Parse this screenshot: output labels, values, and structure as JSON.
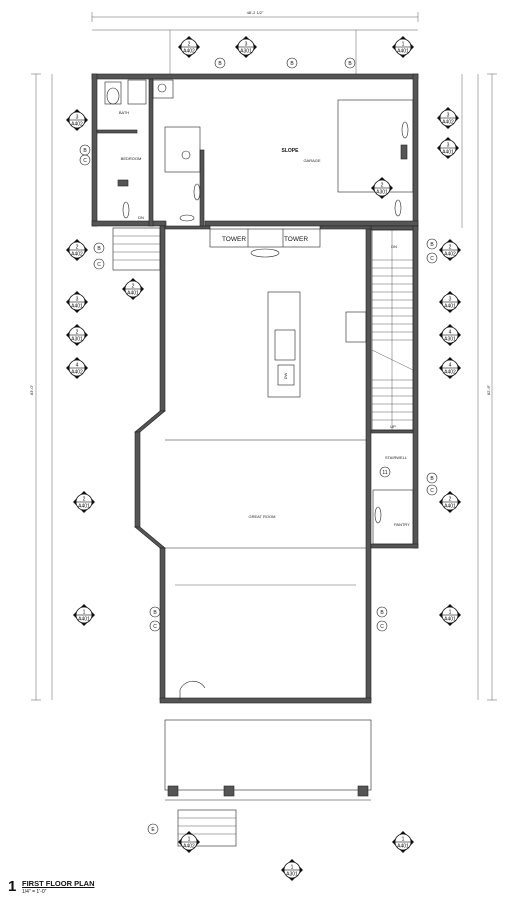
{
  "title_block": {
    "number": "1",
    "name": "FIRST FLOOR PLAN",
    "scale": "1/4\" = 1'-0\""
  },
  "labels": {
    "bath": "BATH",
    "bedroom": "BEDROOM",
    "garage": "GARAGE",
    "slope": "SLOPE",
    "tower_left": "TOWER",
    "tower_right": "TOWER",
    "dn_mud": "DN",
    "dn_stair": "DN",
    "up": "UP",
    "dw": "DW",
    "stairwell": "STAIRWELL",
    "great_room": "GREAT ROOM",
    "pantry": "PANTRY"
  },
  "dimensions": {
    "overall_top": "48'-2 1/2\"",
    "overall_left": "83'-0\"",
    "overall_right": "82'-6\""
  },
  "tags": {
    "t1": {
      "num": "2",
      "sheet": "A402"
    },
    "t2": {
      "num": "3",
      "sheet": "A301"
    },
    "t3": {
      "num": "1",
      "sheet": "A401"
    },
    "t4": {
      "num": "3",
      "sheet": "A402"
    },
    "t5": {
      "num": "3",
      "sheet": "A402"
    },
    "t6": {
      "num": "3",
      "sheet": "A401"
    },
    "t7": {
      "num": "2",
      "sheet": "A301"
    },
    "t8": {
      "num": "2",
      "sheet": "A402"
    },
    "t9": {
      "num": "2",
      "sheet": "A402"
    },
    "t10": {
      "num": "2",
      "sheet": "A401"
    },
    "t11": {
      "num": "3",
      "sheet": "A401"
    },
    "t12": {
      "num": "3",
      "sheet": "A401"
    },
    "t13": {
      "num": "2",
      "sheet": "A301"
    },
    "t14": {
      "num": "4",
      "sheet": "A301"
    },
    "t15": {
      "num": "4",
      "sheet": "A402"
    },
    "t16": {
      "num": "4",
      "sheet": "A402"
    },
    "t17": {
      "num": "2",
      "sheet": "A401"
    },
    "t18": {
      "num": "2",
      "sheet": "A401"
    },
    "t19": {
      "num": "1",
      "sheet": "A401"
    },
    "t20": {
      "num": "1",
      "sheet": "A401"
    },
    "t21": {
      "num": "1",
      "sheet": "A402"
    },
    "t22": {
      "num": "1",
      "sheet": "A401"
    },
    "t23": {
      "num": "1",
      "sheet": "A301"
    }
  }
}
